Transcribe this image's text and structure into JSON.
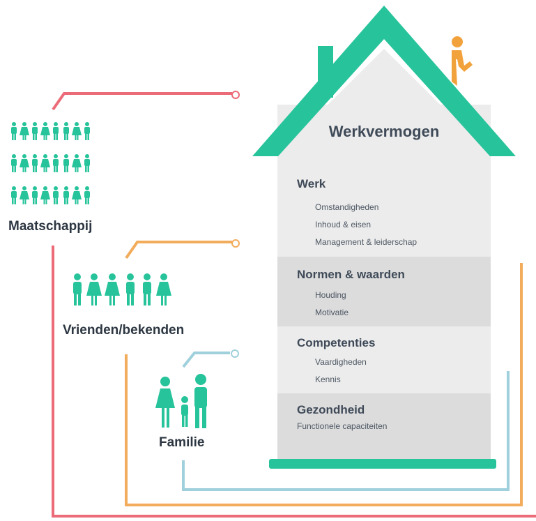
{
  "house": {
    "title": "Werkvermogen",
    "floors": [
      {
        "title": "Werk",
        "items": [
          "Omstandigheden",
          "Inhoud & eisen",
          "Management & leiderschap"
        ]
      },
      {
        "title": "Normen & waarden",
        "items": [
          "Houding",
          "Motivatie"
        ]
      },
      {
        "title": "Competenties",
        "items": [
          "Vaardigheden",
          "Kennis"
        ]
      },
      {
        "title": "Gezondheid",
        "items": [
          "Functionele capaciteiten"
        ]
      }
    ]
  },
  "groups": {
    "society": "Maatschappij",
    "friends": "Vrienden/bekenden",
    "family": "Familie"
  },
  "colors": {
    "teal": "#27c39b",
    "society_line": "#ec6b78",
    "friends_line": "#f2ac5c",
    "family_line": "#9fd0dc",
    "person_on_roof": "#f2a23c",
    "floor_light": "#ececec",
    "floor_dark": "#dcdcdc"
  }
}
